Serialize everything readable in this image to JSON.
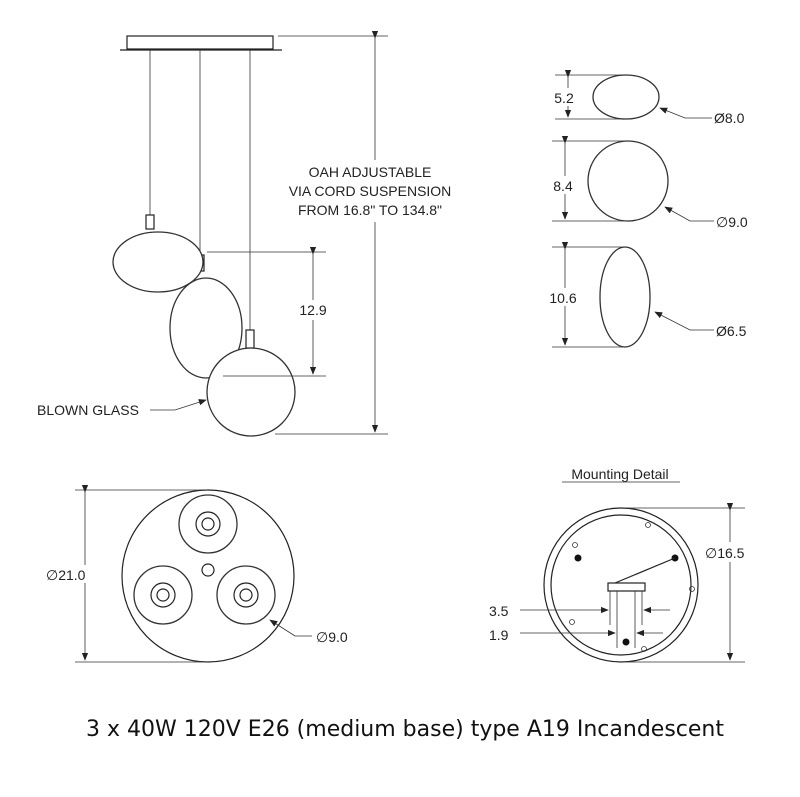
{
  "elevation": {
    "oah_line1": "OAH ADJUSTABLE",
    "oah_line2": "VIA CORD SUSPENSION",
    "oah_line3": "FROM 16.8\" TO 134.8\"",
    "drop_dim": "12.9",
    "material_label": "BLOWN GLASS"
  },
  "shades": [
    {
      "height": "5.2",
      "diameter": "Ø8.0"
    },
    {
      "height": "8.4",
      "diameter": "∅9.0"
    },
    {
      "height": "10.6",
      "diameter": "Ø6.5"
    }
  ],
  "plan": {
    "canopy_diameter": "∅21.0",
    "shade_diameter": "∅9.0"
  },
  "mounting": {
    "title": "Mounting Detail",
    "diameter": "∅16.5",
    "dim_outer": "3.5",
    "dim_inner": "1.9"
  },
  "caption": "3 x 40W 120V E26 (medium base) type A19 Incandescent"
}
